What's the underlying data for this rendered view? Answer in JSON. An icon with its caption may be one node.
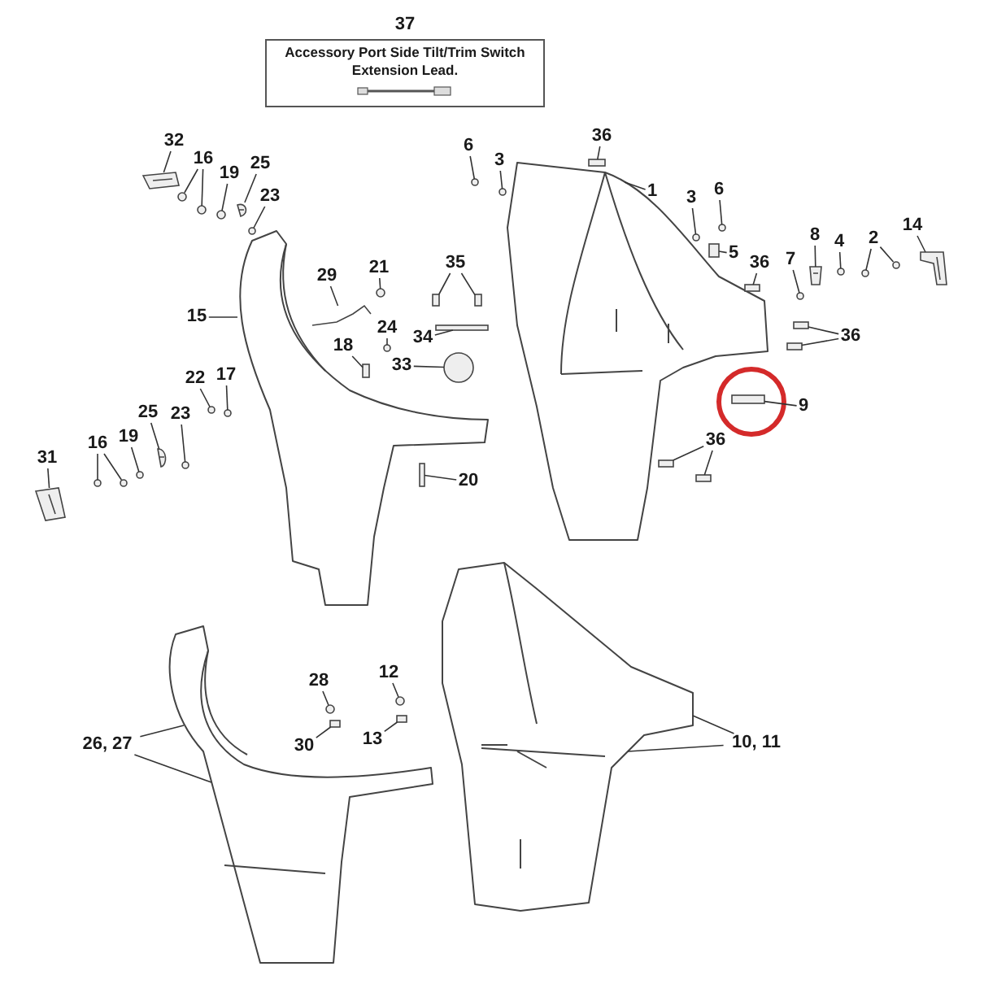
{
  "diagram": {
    "nodes": [
      {
        "text": [
          "37",
          "Accessory Port Side Tilt/Trim Switch Extension Lead."
        ]
      },
      {
        "text": [
          "32"
        ]
      },
      {
        "text": [
          "6"
        ]
      },
      {
        "text": [
          "36"
        ]
      },
      {
        "text": [
          "16"
        ]
      },
      {
        "text": [
          "3"
        ]
      },
      {
        "text": [
          "25"
        ]
      },
      {
        "text": [
          "19"
        ]
      },
      {
        "text": [
          "1"
        ]
      },
      {
        "text": [
          "6"
        ]
      },
      {
        "text": [
          "23"
        ]
      },
      {
        "text": [
          "3"
        ]
      },
      {
        "text": [
          "14"
        ]
      },
      {
        "text": [
          "8"
        ]
      },
      {
        "text": [
          "2"
        ]
      },
      {
        "text": [
          "4"
        ]
      },
      {
        "text": [
          "5"
        ]
      },
      {
        "text": [
          "7"
        ]
      },
      {
        "text": [
          "36"
        ]
      },
      {
        "text": [
          "35"
        ]
      },
      {
        "text": [
          "21"
        ]
      },
      {
        "text": [
          "29"
        ]
      },
      {
        "text": [
          "15"
        ]
      },
      {
        "text": [
          "24"
        ]
      },
      {
        "text": [
          "36"
        ]
      },
      {
        "text": [
          "34"
        ]
      },
      {
        "text": [
          "18"
        ]
      },
      {
        "text": [
          "33"
        ]
      },
      {
        "text": [
          "17"
        ]
      },
      {
        "text": [
          "22"
        ]
      },
      {
        "text": [
          "9"
        ]
      },
      {
        "text": [
          "25"
        ]
      },
      {
        "text": [
          "23"
        ]
      },
      {
        "text": [
          "36"
        ]
      },
      {
        "text": [
          "19"
        ]
      },
      {
        "text": [
          "16"
        ]
      },
      {
        "text": [
          "31"
        ]
      },
      {
        "text": [
          "20"
        ]
      },
      {
        "text": [
          "12"
        ]
      },
      {
        "text": [
          "28"
        ]
      },
      {
        "text": [
          "13"
        ]
      },
      {
        "text": [
          "10, 11"
        ]
      },
      {
        "text": [
          "26, 27"
        ]
      },
      {
        "text": [
          "30"
        ]
      },
      {
        "text": [],
        "shape": "picture"
      },
      {
        "text": [],
        "shape": "picture"
      },
      {
        "text": [],
        "shape": "picture"
      },
      {
        "text": [],
        "shape": "picture"
      },
      {
        "text": [],
        "shape": "picture"
      },
      {
        "text": [],
        "shape": "circle"
      },
      {
        "text": [],
        "shape": "box"
      },
      {
        "text": [],
        "shape": "circle"
      },
      {
        "text": [],
        "shape": "circle"
      },
      {
        "text": [],
        "shape": "circle"
      },
      {
        "text": [],
        "shape": "picture"
      },
      {
        "text": [],
        "shape": "circle"
      },
      {
        "text": [],
        "shape": "circle"
      },
      {
        "text": [],
        "shape": "circle"
      },
      {
        "text": [],
        "shape": "circle"
      },
      {
        "text": [],
        "shape": "picture"
      },
      {
        "text": [],
        "shape": "picture"
      },
      {
        "text": [],
        "shape": "circle"
      },
      {
        "text": [],
        "shape": "circle"
      },
      {
        "text": [],
        "shape": "circle"
      },
      {
        "text": [],
        "shape": "box"
      },
      {
        "text": [],
        "shape": "circle"
      },
      {
        "text": [],
        "shape": "box"
      },
      {
        "text": [],
        "shape": "box"
      },
      {
        "text": [],
        "shape": "box"
      },
      {
        "text": [],
        "shape": "circle"
      },
      {
        "text": [],
        "shape": "picture"
      },
      {
        "text": [],
        "shape": "circle"
      },
      {
        "text": [],
        "shape": "box"
      },
      {
        "text": [],
        "shape": "box"
      },
      {
        "text": [],
        "shape": "box"
      },
      {
        "text": [],
        "shape": "box"
      },
      {
        "text": [],
        "shape": "circle"
      },
      {
        "text": [],
        "shape": "circle"
      },
      {
        "text": [],
        "shape": "circle"
      },
      {
        "text": [],
        "shape": "box"
      },
      {
        "text": [],
        "shape": "picture"
      },
      {
        "text": [],
        "shape": "circle"
      },
      {
        "text": [],
        "shape": "box"
      },
      {
        "text": [],
        "shape": "box"
      },
      {
        "text": [],
        "shape": "circle"
      },
      {
        "text": [],
        "shape": "circle"
      },
      {
        "text": [],
        "shape": "circle"
      },
      {
        "text": [],
        "shape": "picture"
      },
      {
        "text": [],
        "shape": "box"
      },
      {
        "text": [],
        "shape": "circle"
      },
      {
        "text": [],
        "shape": "circle"
      },
      {
        "text": [],
        "shape": "box"
      },
      {
        "text": [],
        "shape": "box"
      }
    ],
    "edges": [
      {
        "from": 1,
        "to": 48,
        "arrow": "none"
      },
      {
        "from": 2,
        "to": 49,
        "arrow": "none"
      },
      {
        "from": 3,
        "to": 50,
        "arrow": "none"
      },
      {
        "from": 4,
        "to": 51,
        "arrow": "none"
      },
      {
        "from": 4,
        "to": 52,
        "arrow": "none"
      },
      {
        "from": 5,
        "to": 53,
        "arrow": "none"
      },
      {
        "from": 6,
        "to": 54,
        "arrow": "none"
      },
      {
        "from": 7,
        "to": 55,
        "arrow": "none"
      },
      {
        "from": 8,
        "to": 45,
        "arrow": "none"
      },
      {
        "from": 9,
        "to": 56,
        "arrow": "none"
      },
      {
        "from": 10,
        "to": 57,
        "arrow": "none"
      },
      {
        "from": 11,
        "to": 58,
        "arrow": "none"
      },
      {
        "from": 12,
        "to": 59,
        "arrow": "none"
      },
      {
        "from": 13,
        "to": 60,
        "arrow": "none"
      },
      {
        "from": 14,
        "to": 61,
        "arrow": "none"
      },
      {
        "from": 14,
        "to": 62,
        "arrow": "none"
      },
      {
        "from": 15,
        "to": 63,
        "arrow": "none"
      },
      {
        "from": 16,
        "to": 64,
        "arrow": "none"
      },
      {
        "from": 17,
        "to": 65,
        "arrow": "none"
      },
      {
        "from": 18,
        "to": 66,
        "arrow": "none"
      },
      {
        "from": 19,
        "to": 67,
        "arrow": "none"
      },
      {
        "from": 19,
        "to": 68,
        "arrow": "none"
      },
      {
        "from": 20,
        "to": 69,
        "arrow": "none"
      },
      {
        "from": 21,
        "to": 70,
        "arrow": "none"
      },
      {
        "from": 22,
        "to": 44,
        "arrow": "none"
      },
      {
        "from": 23,
        "to": 71,
        "arrow": "none"
      },
      {
        "from": 24,
        "to": 72,
        "arrow": "none"
      },
      {
        "from": 24,
        "to": 73,
        "arrow": "none"
      },
      {
        "from": 25,
        "to": 74,
        "arrow": "none"
      },
      {
        "from": 26,
        "to": 75,
        "arrow": "none"
      },
      {
        "from": 27,
        "to": 76,
        "arrow": "none"
      },
      {
        "from": 28,
        "to": 77,
        "arrow": "none"
      },
      {
        "from": 29,
        "to": 78,
        "arrow": "none"
      },
      {
        "from": 30,
        "to": 79,
        "arrow": "none"
      },
      {
        "from": 31,
        "to": 80,
        "arrow": "none"
      },
      {
        "from": 32,
        "to": 81,
        "arrow": "none"
      },
      {
        "from": 33,
        "to": 82,
        "arrow": "none"
      },
      {
        "from": 33,
        "to": 83,
        "arrow": "none"
      },
      {
        "from": 34,
        "to": 84,
        "arrow": "none"
      },
      {
        "from": 35,
        "to": 85,
        "arrow": "none"
      },
      {
        "from": 35,
        "to": 86,
        "arrow": "none"
      },
      {
        "from": 36,
        "to": 87,
        "arrow": "none"
      },
      {
        "from": 37,
        "to": 88,
        "arrow": "none"
      },
      {
        "from": 38,
        "to": 89,
        "arrow": "none"
      },
      {
        "from": 39,
        "to": 90,
        "arrow": "none"
      },
      {
        "from": 40,
        "to": 91,
        "arrow": "none"
      },
      {
        "from": 41,
        "to": 47,
        "arrow": "none"
      },
      {
        "from": 41,
        "to": 47,
        "arrow": "none"
      },
      {
        "from": 42,
        "to": 46,
        "arrow": "none"
      },
      {
        "from": 42,
        "to": 46,
        "arrow": "none"
      },
      {
        "from": 43,
        "to": 92,
        "arrow": "none"
      }
    ]
  }
}
